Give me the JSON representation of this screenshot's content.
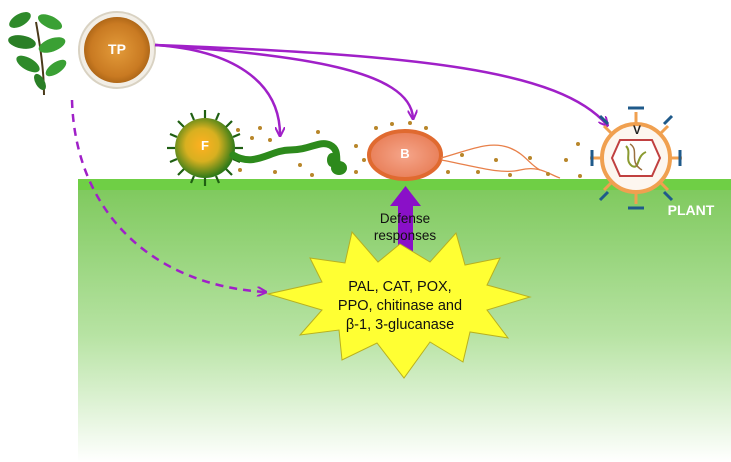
{
  "labels": {
    "tp": "TP",
    "fungus": "F",
    "bacteria": "B",
    "virus": "V",
    "plant": "PLANT",
    "defense_line1": "Defense",
    "defense_line2": "responses",
    "enzymes_line1": "PAL, CAT, POX,",
    "enzymes_line2": "PPO, chitinase and",
    "enzymes_line3": "β-1, 3-glucanase"
  },
  "colors": {
    "plant_band": "#6fcf45",
    "plant_gradient_top": "#7cc85a",
    "arrow_purple": "#a020c8",
    "defense_arrow": "#8a10c8",
    "star_fill": "#ffff33",
    "tp_powder": "#d98c2a",
    "fungus_green": "#2d8a1c",
    "bacteria_orange": "#e8703a",
    "virus_blue": "#1f5a8a",
    "virus_orange": "#f0a050",
    "particle_brown": "#b8862a"
  },
  "icons": [
    "tea-leaf-icon",
    "tea-powder-dish",
    "fungus-icon",
    "bacteria-icon",
    "virus-icon"
  ]
}
